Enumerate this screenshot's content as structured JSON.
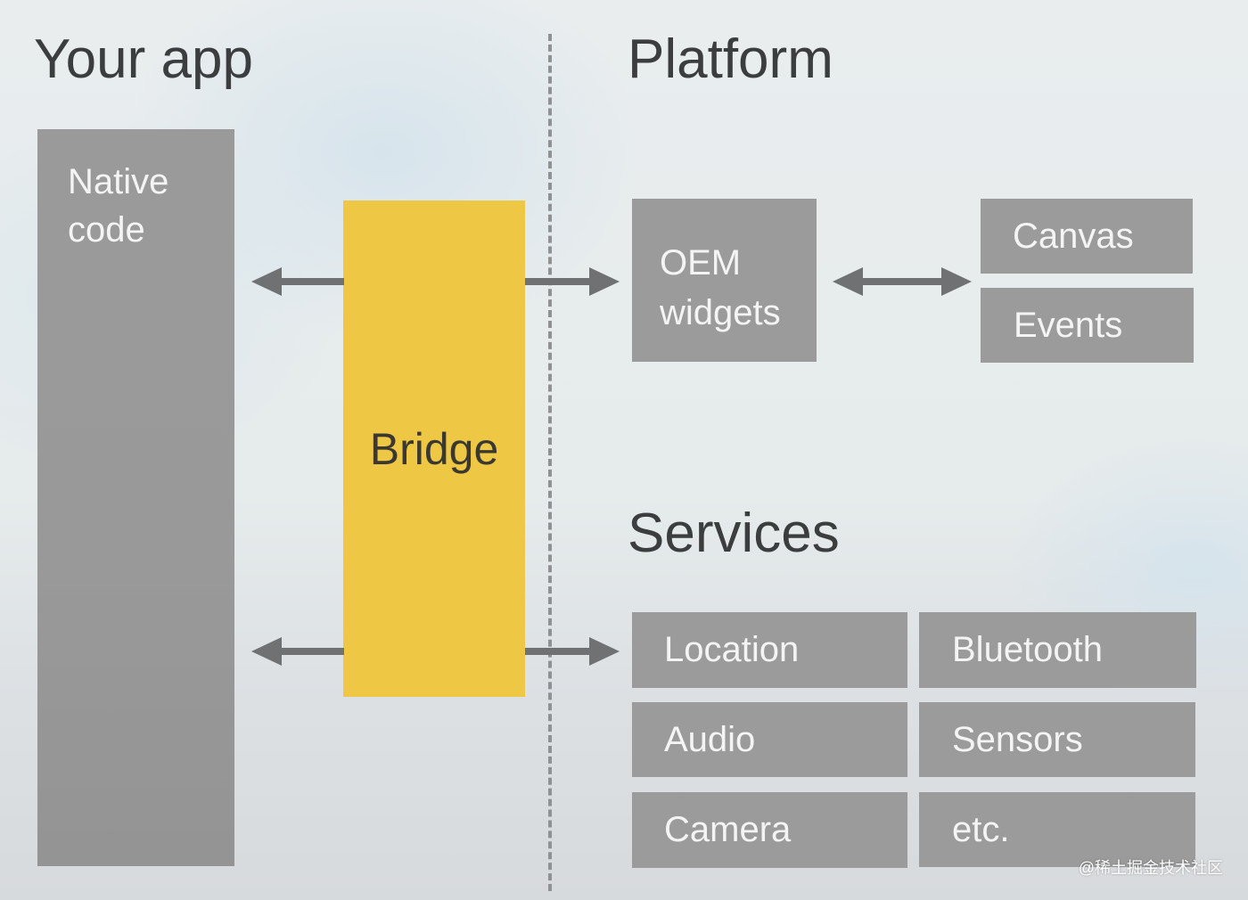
{
  "headings": {
    "your_app": "Your app",
    "platform": "Platform",
    "services": "Services"
  },
  "native_code": {
    "line1": "Native",
    "line2": "code"
  },
  "bridge": "Bridge",
  "oem_widgets": {
    "line1": "OEM",
    "line2": "widgets"
  },
  "platform_items": [
    "Canvas",
    "Events"
  ],
  "services_items": [
    "Location",
    "Bluetooth",
    "Audio",
    "Sensors",
    "Camera",
    "etc."
  ],
  "watermark": "@稀土掘金技术社区",
  "colors": {
    "box_gray": "#9b9b9b",
    "bridge_yellow": "#eec744",
    "arrow_gray": "#6f7173",
    "heading_text": "#3b3d3f"
  }
}
